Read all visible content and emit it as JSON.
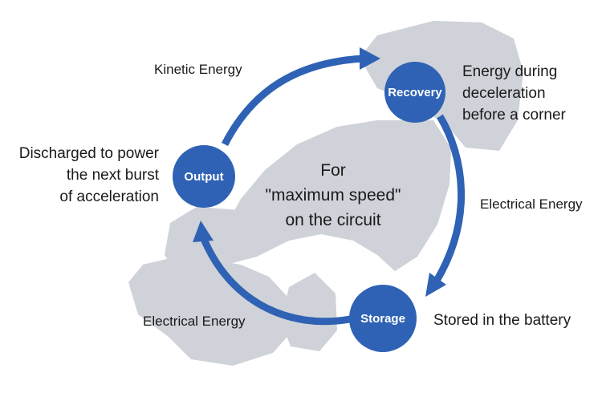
{
  "colors": {
    "accent": "#2f62b4",
    "car_silhouette": "#cfd2d8",
    "text": "#1a1a1a"
  },
  "nodes": {
    "recovery": {
      "label": "Recovery"
    },
    "storage": {
      "label": "Storage"
    },
    "output": {
      "label": "Output"
    }
  },
  "edges": {
    "output_to_recovery": "Kinetic Energy",
    "recovery_to_storage": "Electrical Energy",
    "storage_to_output": "Electrical Energy"
  },
  "descriptions": {
    "recovery": [
      "Energy during",
      "deceleration",
      "before a corner"
    ],
    "storage": "Stored in the battery",
    "output": [
      "Discharged to power",
      "the next burst",
      "of acceleration"
    ]
  },
  "center": [
    "For",
    "\"maximum speed\"",
    "on the circuit"
  ]
}
